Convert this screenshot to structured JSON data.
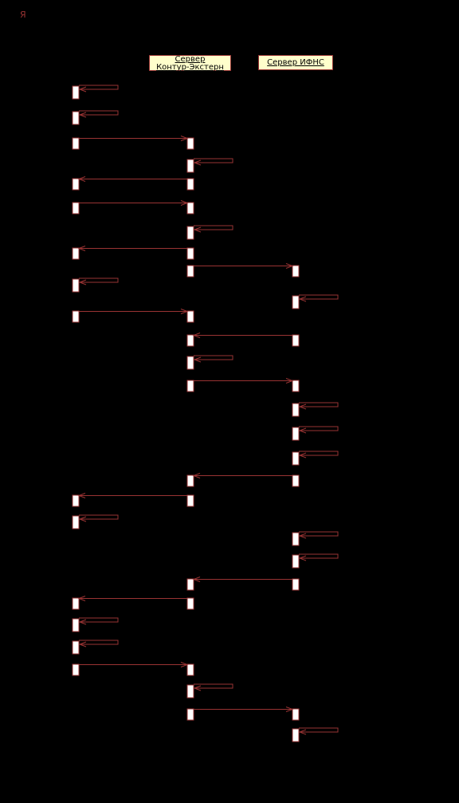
{
  "actor": {
    "label": "Я"
  },
  "lanes": [
    {
      "id": "server_kontur",
      "lines": [
        "Сервер",
        "Контур-Экстерн"
      ]
    },
    {
      "id": "server_ifns",
      "lines": [
        "Сервер ИФНС"
      ]
    }
  ],
  "colors": {
    "background": "#000000",
    "line": "#993333",
    "activation_fill": "#ffffff",
    "lane_fill": "#ffffcc"
  },
  "messages": [
    {
      "kind": "self",
      "lane": 0
    },
    {
      "kind": "self",
      "lane": 0
    },
    {
      "kind": "call",
      "from": 0,
      "to": 1
    },
    {
      "kind": "self",
      "lane": 1
    },
    {
      "kind": "call",
      "from": 1,
      "to": 0
    },
    {
      "kind": "call",
      "from": 0,
      "to": 1
    },
    {
      "kind": "self",
      "lane": 1
    },
    {
      "kind": "call",
      "from": 1,
      "to": 0
    },
    {
      "kind": "call",
      "from": 1,
      "to": 2
    },
    {
      "kind": "self",
      "lane": 0
    },
    {
      "kind": "self",
      "lane": 2
    },
    {
      "kind": "call",
      "from": 0,
      "to": 1
    },
    {
      "kind": "call",
      "from": 2,
      "to": 1
    },
    {
      "kind": "self",
      "lane": 1
    },
    {
      "kind": "call",
      "from": 1,
      "to": 2
    },
    {
      "kind": "self",
      "lane": 2
    },
    {
      "kind": "self",
      "lane": 2
    },
    {
      "kind": "self",
      "lane": 2
    },
    {
      "kind": "call",
      "from": 2,
      "to": 1
    },
    {
      "kind": "call",
      "from": 1,
      "to": 0
    },
    {
      "kind": "self",
      "lane": 0
    },
    {
      "kind": "self",
      "lane": 2
    },
    {
      "kind": "self",
      "lane": 2
    },
    {
      "kind": "call",
      "from": 2,
      "to": 1
    },
    {
      "kind": "call",
      "from": 1,
      "to": 0
    },
    {
      "kind": "self",
      "lane": 0
    },
    {
      "kind": "self",
      "lane": 0
    },
    {
      "kind": "call",
      "from": 0,
      "to": 1
    },
    {
      "kind": "self",
      "lane": 1
    },
    {
      "kind": "call",
      "from": 1,
      "to": 2
    },
    {
      "kind": "self",
      "lane": 2
    }
  ]
}
